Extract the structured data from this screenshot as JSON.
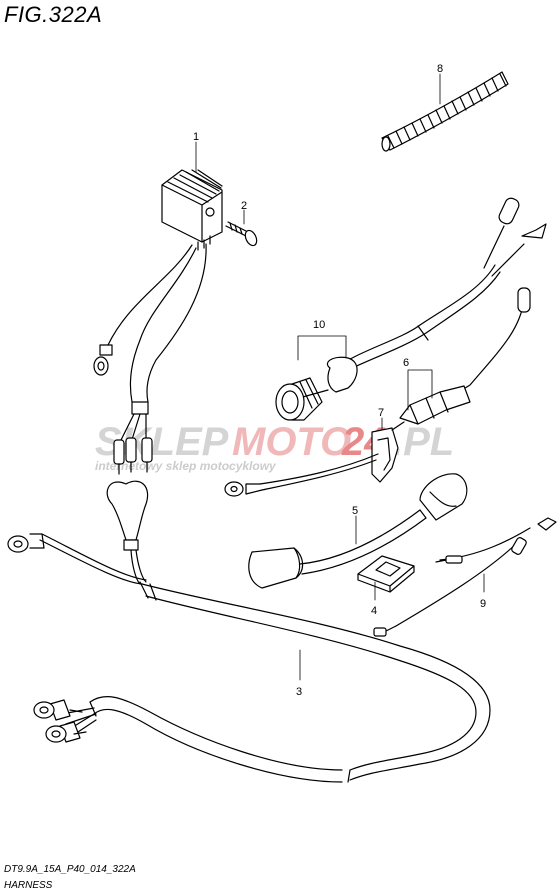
{
  "figure": {
    "title": "FIG.322A",
    "model_code": "DT9.9A_15A_P40_014_322A",
    "caption": "HARNESS"
  },
  "callouts": {
    "c1": "1",
    "c2": "2",
    "c3": "3",
    "c4": "4",
    "c5": "5",
    "c6": "6",
    "c7": "7",
    "c8": "8",
    "c9": "9",
    "c10": "10"
  },
  "watermark": {
    "brand_a": "SKLEP",
    "brand_b": "MOTO",
    "brand_c": "24",
    "brand_d": ".PL",
    "tagline": "internetowy sklep motocyklowy"
  },
  "colors": {
    "line": "#000000",
    "watermark_grey": "#cfcfcf",
    "watermark_red": "#f2b3b3"
  }
}
